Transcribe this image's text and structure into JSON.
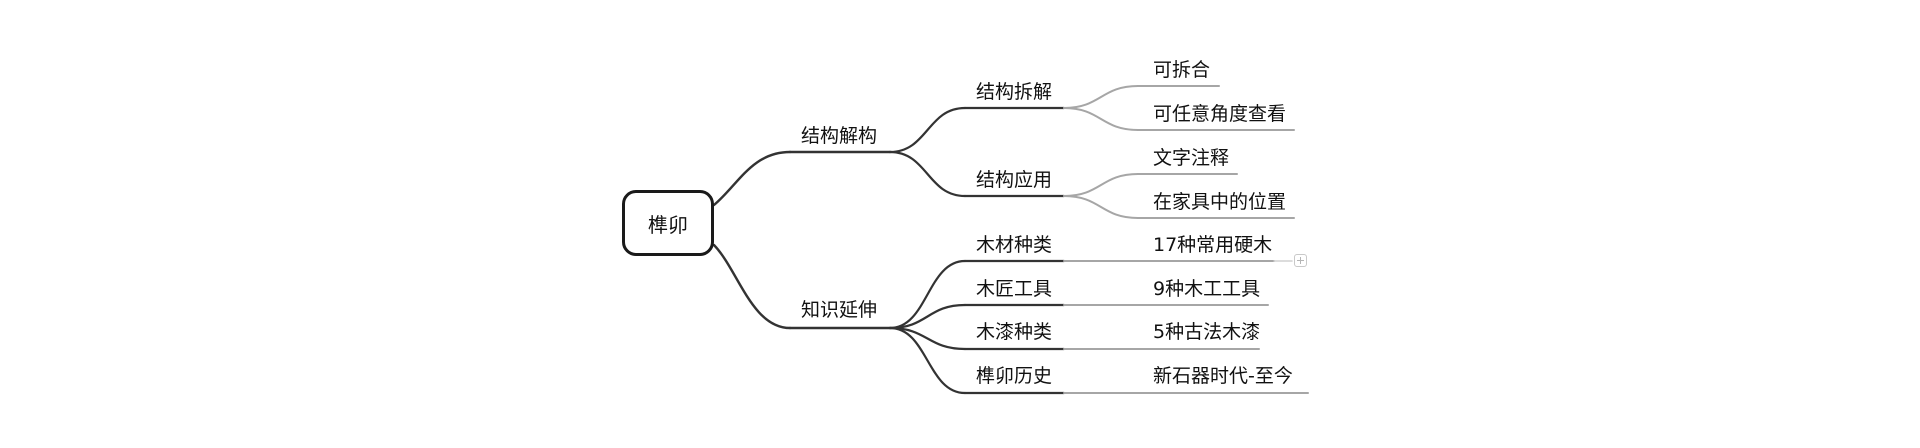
{
  "root": {
    "label": "榫卯"
  },
  "branches": [
    {
      "label": "结构解构",
      "children": [
        {
          "label": "结构拆解",
          "children": [
            "可拆合",
            "可任意角度查看"
          ]
        },
        {
          "label": "结构应用",
          "children": [
            "文字注释",
            "在家具中的位置"
          ]
        }
      ]
    },
    {
      "label": "知识延伸",
      "children": [
        {
          "label": "木材种类",
          "children": [
            "17种常用硬木"
          ]
        },
        {
          "label": "木匠工具",
          "children": [
            "9种木工工具"
          ]
        },
        {
          "label": "木漆种类",
          "children": [
            "5种古法木漆"
          ]
        },
        {
          "label": "榫卯历史",
          "children": [
            "新石器时代-至今"
          ]
        }
      ]
    }
  ],
  "colors": {
    "main_line": "#333333",
    "leaf_line": "#a6a6a6",
    "text": "#111111"
  },
  "icons": {
    "collapse": "plus-square-icon"
  }
}
